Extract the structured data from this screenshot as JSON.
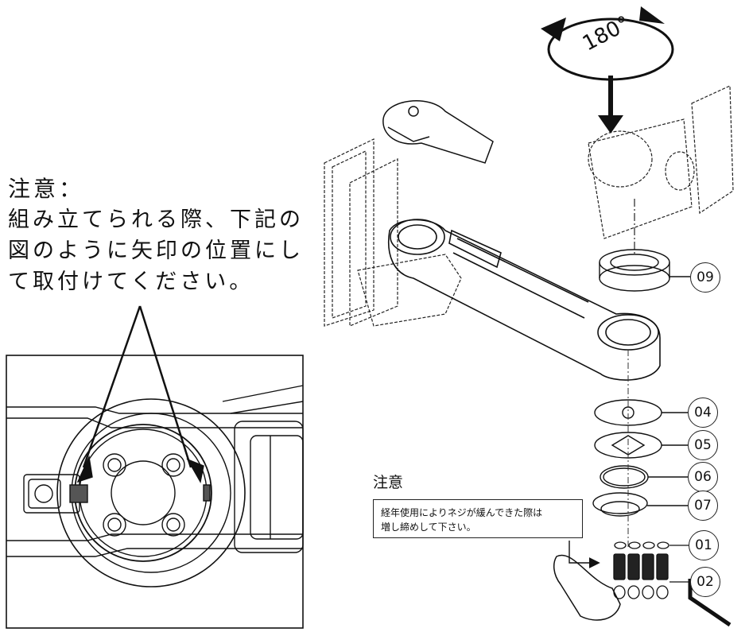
{
  "note": {
    "title": "注意：",
    "lines": [
      "組み立てられる際、下記の",
      "図のように矢印の位置にし",
      "て取付けてください。"
    ]
  },
  "rotation_label": "180°",
  "caution": {
    "title": "注意",
    "lines": [
      "経年使用によりネジが緩んできた際は",
      "増し締めして下さい。"
    ]
  },
  "callouts": [
    "09",
    "04",
    "05",
    "06",
    "07",
    "01",
    "02"
  ]
}
